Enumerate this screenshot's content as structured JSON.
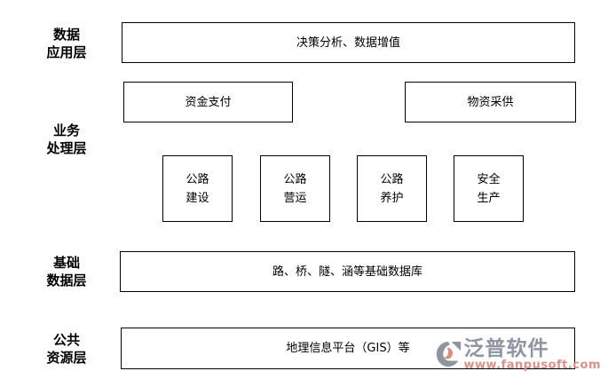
{
  "colors": {
    "background": "#ffffff",
    "box_border": "#000000",
    "text": "#000000",
    "watermark_gray": "#8d95a0",
    "watermark_red": "#dc9086"
  },
  "layers": [
    {
      "line1": "数据",
      "line2": "应用层"
    },
    {
      "line1": "业务",
      "line2": "处理层"
    },
    {
      "line1": "基础",
      "line2": "数据层"
    },
    {
      "line1": "公共",
      "line2": "资源层"
    }
  ],
  "boxes": {
    "decision": "决策分析、数据增值",
    "funds": "资金支付",
    "materials": "物资采供",
    "construction": {
      "line1": "公路",
      "line2": "建设"
    },
    "operation": {
      "line1": "公路",
      "line2": "营运"
    },
    "maintenance": {
      "line1": "公路",
      "line2": "养护"
    },
    "safety": {
      "line1": "安全",
      "line2": "生产"
    },
    "base_database": "路、桥、隧、涵等基础数据库",
    "gis": "地理信息平台（GIS）等"
  },
  "watermark": {
    "logo_icon": "fanpu-logo",
    "brand": "泛普软件",
    "url": "www.fanpusoft.com"
  }
}
